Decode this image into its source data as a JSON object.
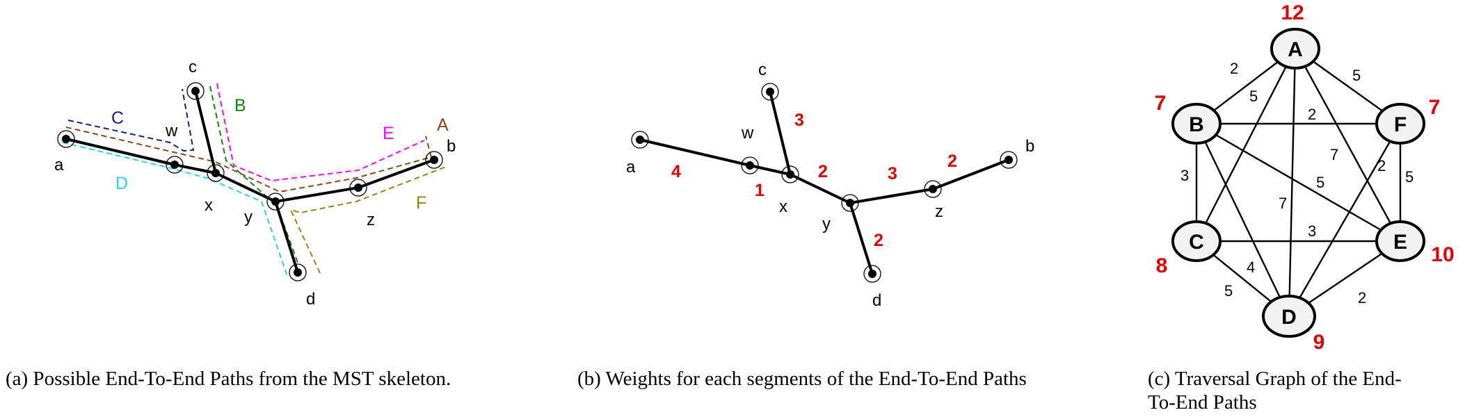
{
  "panel_a": {
    "nodes": [
      {
        "id": "a",
        "label": "a"
      },
      {
        "id": "w",
        "label": "w"
      },
      {
        "id": "c",
        "label": "c"
      },
      {
        "id": "x",
        "label": "x"
      },
      {
        "id": "y",
        "label": "y"
      },
      {
        "id": "z",
        "label": "z"
      },
      {
        "id": "b",
        "label": "b"
      },
      {
        "id": "d",
        "label": "d"
      }
    ],
    "paths": [
      {
        "id": "A",
        "label": "A",
        "color": "#8b4513"
      },
      {
        "id": "B",
        "label": "B",
        "color": "#0a8a0a"
      },
      {
        "id": "C",
        "label": "C",
        "color": "#1a1a8c"
      },
      {
        "id": "D",
        "label": "D",
        "color": "#22d8e8"
      },
      {
        "id": "E",
        "label": "E",
        "color": "#ff00ff"
      },
      {
        "id": "F",
        "label": "F",
        "color": "#8a8a10"
      }
    ],
    "caption": "(a)  Possible End-To-End Paths from the MST skeleton."
  },
  "panel_b": {
    "nodes": [
      {
        "id": "a",
        "label": "a"
      },
      {
        "id": "w",
        "label": "w"
      },
      {
        "id": "c",
        "label": "c"
      },
      {
        "id": "x",
        "label": "x"
      },
      {
        "id": "y",
        "label": "y"
      },
      {
        "id": "z",
        "label": "z"
      },
      {
        "id": "b",
        "label": "b"
      },
      {
        "id": "d",
        "label": "d"
      }
    ],
    "weights": [
      {
        "segment": "a-w",
        "value": "4"
      },
      {
        "segment": "w-x",
        "value": "1"
      },
      {
        "segment": "c-x",
        "value": "3"
      },
      {
        "segment": "x-y",
        "value": "2"
      },
      {
        "segment": "y-z",
        "value": "3"
      },
      {
        "segment": "z-b",
        "value": "2"
      },
      {
        "segment": "y-d",
        "value": "2"
      }
    ],
    "caption": "(b)  Weights for each segments of the End-To-End Paths"
  },
  "panel_c": {
    "vertices": [
      {
        "id": "A",
        "label": "A",
        "score": "12"
      },
      {
        "id": "B",
        "label": "B",
        "score": "7"
      },
      {
        "id": "F",
        "label": "F",
        "score": "7"
      },
      {
        "id": "C",
        "label": "C",
        "score": "8"
      },
      {
        "id": "E",
        "label": "E",
        "score": "10"
      },
      {
        "id": "D",
        "label": "D",
        "score": "9"
      }
    ],
    "edges": [
      {
        "from": "A",
        "to": "B",
        "weight": "2"
      },
      {
        "from": "A",
        "to": "F",
        "weight": "5"
      },
      {
        "from": "A",
        "to": "C",
        "weight": "5"
      },
      {
        "from": "A",
        "to": "E",
        "weight": "7"
      },
      {
        "from": "A",
        "to": "D",
        "weight": "7"
      },
      {
        "from": "B",
        "to": "F",
        "weight": "2"
      },
      {
        "from": "B",
        "to": "C",
        "weight": "3"
      },
      {
        "from": "B",
        "to": "E",
        "weight": "5"
      },
      {
        "from": "B",
        "to": "D",
        "weight": "4"
      },
      {
        "from": "F",
        "to": "E",
        "weight": "5"
      },
      {
        "from": "F",
        "to": "D",
        "weight": "2"
      },
      {
        "from": "C",
        "to": "E",
        "weight": "3"
      },
      {
        "from": "C",
        "to": "D",
        "weight": "5"
      },
      {
        "from": "E",
        "to": "D",
        "weight": "2"
      }
    ],
    "caption_line1": "(c)  Traversal Graph of the End-",
    "caption_line2": "To-End Paths"
  }
}
